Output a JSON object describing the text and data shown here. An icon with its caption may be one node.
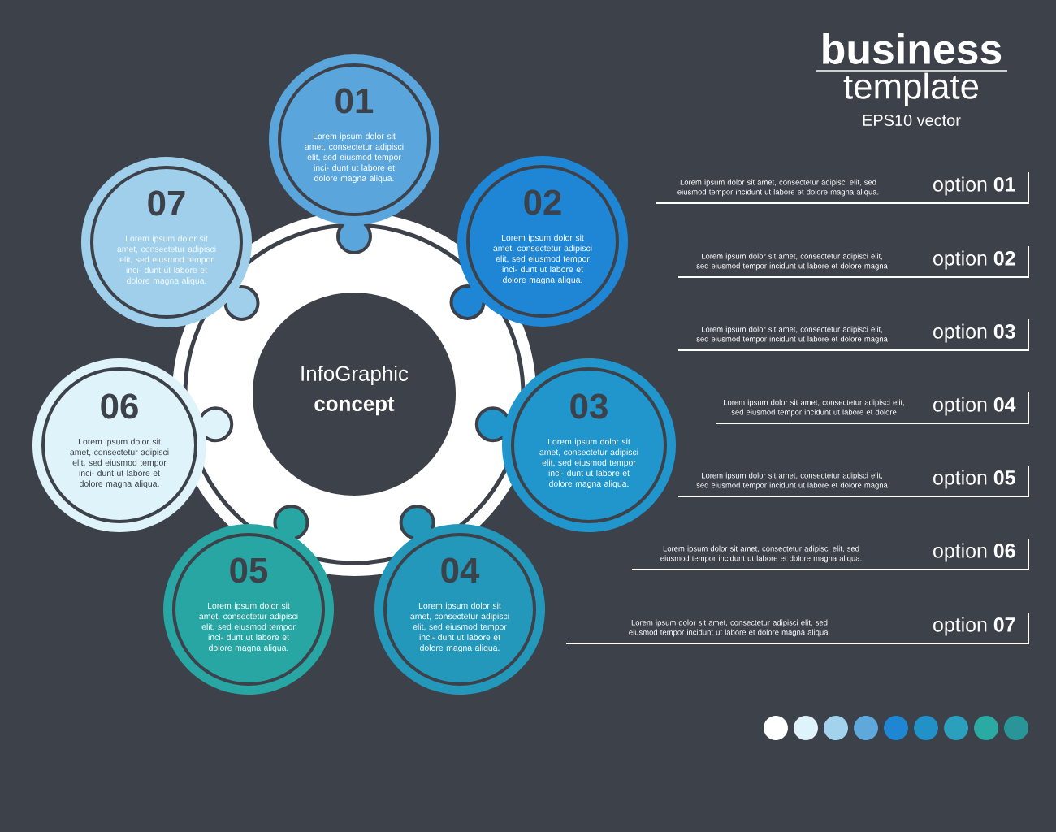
{
  "diagram": {
    "nodes": [
      {
        "text": [
          "InfoGraphic",
          "concept"
        ]
      },
      {
        "text": [
          "01",
          "Lorem ipsum dolor sit amet, consectetur adipisci elit, sed eiusmod tempor inci- dunt ut labore et dolore magna aliqua."
        ]
      },
      {
        "text": [
          "02",
          "Lorem ipsum dolor sit amet, consectetur adipisci elit, sed eiusmod tempor inci- dunt ut labore et dolore magna aliqua."
        ]
      },
      {
        "text": [
          "03",
          "Lorem ipsum dolor sit amet, consectetur adipisci elit, sed eiusmod tempor inci- dunt ut labore et dolore magna aliqua."
        ]
      },
      {
        "text": [
          "04",
          "Lorem ipsum dolor sit amet, consectetur adipisci elit, sed eiusmod tempor inci- dunt ut labore et dolore magna aliqua."
        ]
      },
      {
        "text": [
          "05",
          "Lorem ipsum dolor sit amet, consectetur adipisci elit, sed eiusmod tempor inci- dunt ut labore et dolore magna aliqua."
        ]
      },
      {
        "text": [
          "06",
          "Lorem ipsum dolor sit amet, consectetur adipisci elit, sed eiusmod tempor inci- dunt ut labore et dolore magna aliqua."
        ]
      },
      {
        "text": [
          "07",
          "Lorem ipsum dolor sit amet, consectetur adipisci elit, sed eiusmod tempor inci- dunt ut labore et dolore magna aliqua."
        ]
      }
    ],
    "labels": [
      "business",
      "template",
      "EPS10 vector",
      "Lorem ipsum dolor sit amet, consectetur adipisci elit, sed eiusmod tempor incidunt ut labore et dolore magna aliqua.",
      "option **01**",
      "Lorem ipsum dolor sit amet, consectetur adipisci elit, sed eiusmod tempor incidunt ut labore et dolore magna",
      "option **02**",
      "Lorem ipsum dolor sit amet, consectetur adipisci elit, sed eiusmod tempor incidunt ut labore et dolore magna",
      "option **03**",
      "Lorem ipsum dolor sit amet, consectetur adipisci elit, sed eiusmod tempor incidunt ut labore et dolore",
      "option **04**",
      "Lorem ipsum dolor sit amet, consectetur adipisci elit, sed eiusmod tempor incidunt ut labore et dolore magna",
      "option **05**",
      "Lorem ipsum dolor sit amet, consectetur adipisci elit, sed eiusmod tempor incidunt ut labore et dolore magna aliqua.",
      "option **06**",
      "Lorem ipsum dolor sit amet, consectetur adipisci elit,  sed eiusmod tempor incidunt ut labore et dolore magna aliqua.",
      "option **07**"
    ]
  }
}
